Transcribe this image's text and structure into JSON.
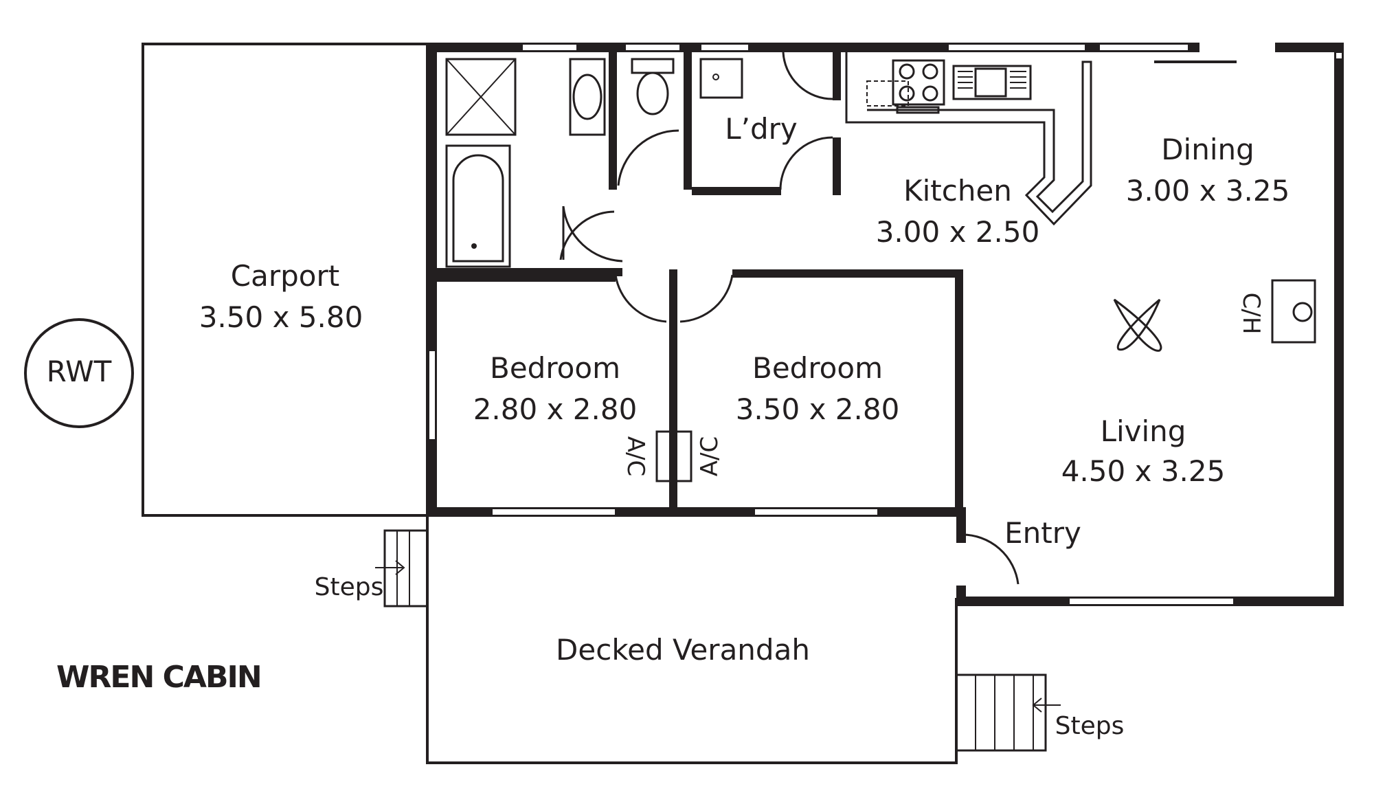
{
  "plan_name": "WREN CABIN",
  "rooms": {
    "carport": {
      "name": "Carport",
      "size": "3.50 x 5.80"
    },
    "kitchen": {
      "name": "Kitchen",
      "size": "3.00 x 2.50"
    },
    "dining": {
      "name": "Dining",
      "size": "3.00 x 3.25"
    },
    "laundry": {
      "name": "L’dry"
    },
    "bedroom1": {
      "name": "Bedroom",
      "size": "2.80 x 2.80"
    },
    "bedroom2": {
      "name": "Bedroom",
      "size": "3.50 x 2.80"
    },
    "living": {
      "name": "Living",
      "size": "4.50 x 3.25"
    },
    "entry": {
      "name": "Entry"
    },
    "verandah": {
      "name": "Decked Verandah"
    }
  },
  "fixtures": {
    "rwt": "RWT",
    "ch": "C/H",
    "ac_left": "A/C",
    "ac_right": "A/C",
    "steps_left": "Steps",
    "steps_right": "Steps"
  },
  "colors": {
    "line": "#231f20",
    "background": "#ffffff"
  }
}
